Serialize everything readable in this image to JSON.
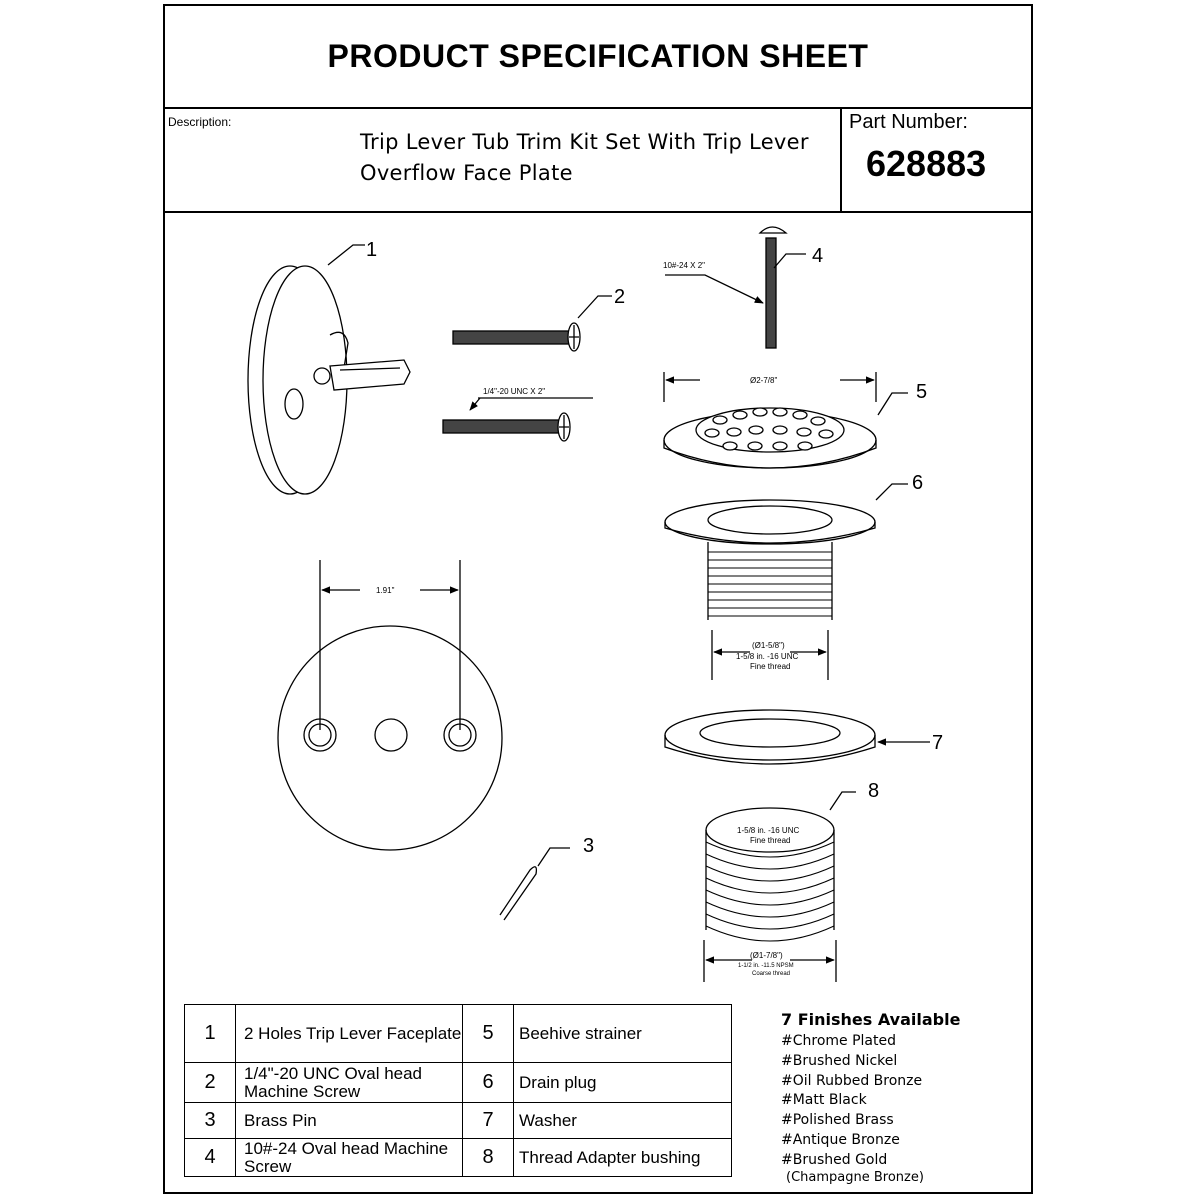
{
  "header": {
    "title": "PRODUCT SPECIFICATION SHEET"
  },
  "description": {
    "label": "Description:",
    "line1": "Trip Lever Tub Trim Kit Set With Trip Lever",
    "line2": "Overflow Face Plate"
  },
  "part": {
    "label": "Part  Number:",
    "number": "628883"
  },
  "callouts": [
    "1",
    "2",
    "3",
    "4",
    "5",
    "6",
    "7",
    "8"
  ],
  "dimensions": {
    "screw4": "10#-24 X 2\"",
    "screw2": "1/4\"-20 UNC X 2\"",
    "strainer_dia": "Ø2-7/8\"",
    "faceplate_spacing": "1.91\"",
    "drain_dia": "(Ø1-5/8\")",
    "drain_thread": "1-5/8 in. -16 UNC",
    "drain_fine": "Fine thread",
    "bushing_inner": "1-5/8 in. -16 UNC",
    "bushing_fine": "Fine thread",
    "bushing_dia": "(Ø1-7/8\")",
    "bushing_thread": "1-1/2 in. -11.5 NPSM",
    "bushing_coarse": "Coarse thread"
  },
  "parts": [
    {
      "n": "1",
      "name": "2  Holes Trip Lever Faceplate"
    },
    {
      "n": "2",
      "name": "1/4\"-20 UNC Oval head Machine Screw"
    },
    {
      "n": "3",
      "name": "Brass Pin"
    },
    {
      "n": "4",
      "name": "10#-24 Oval head Machine Screw"
    },
    {
      "n": "5",
      "name": "Beehive strainer"
    },
    {
      "n": "6",
      "name": "Drain plug"
    },
    {
      "n": "7",
      "name": "Washer"
    },
    {
      "n": "8",
      "name": "Thread Adapter bushing"
    }
  ],
  "finishes": {
    "title": "7 Finishes Available",
    "items": [
      "#Chrome Plated",
      "#Brushed Nickel",
      "#Oil Rubbed Bronze",
      "#Matt Black",
      "#Polished Brass",
      "#Antique Bronze",
      "#Brushed Gold"
    ],
    "note": "(Champagne Bronze)"
  }
}
